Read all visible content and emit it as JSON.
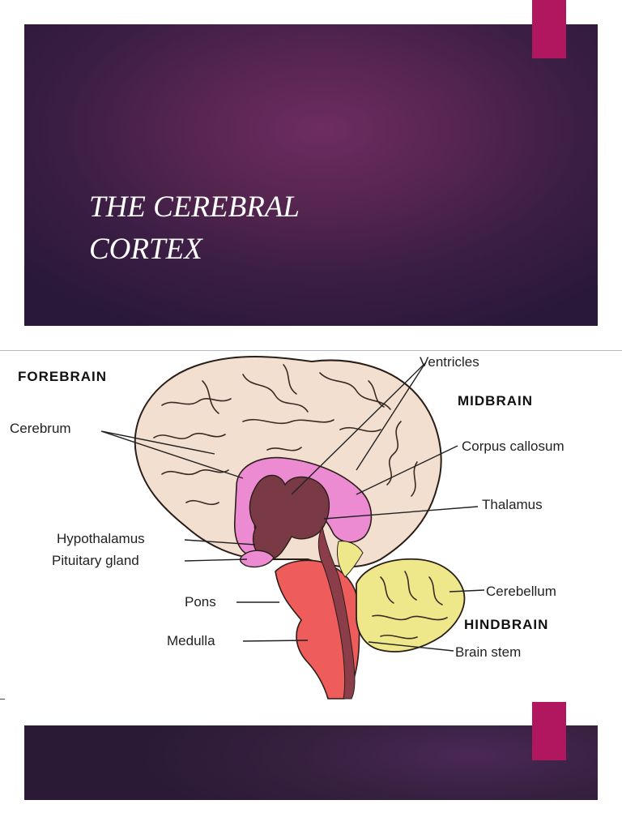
{
  "slide": {
    "title_line1": "THE CEREBRAL",
    "title_line2": "CORTEX"
  },
  "colors": {
    "banner": "#3b1e44",
    "banner_highlight": "#6e2c61",
    "accent": "#b0175f",
    "cerebrum": "#f2dfcf",
    "corpus_callosum": "#e98ad0",
    "thalamus": "#7a3a45",
    "brainstem": "#ee5c5c",
    "cerebellum": "#efe88a"
  },
  "diagram": {
    "regions": {
      "forebrain": "FOREBRAIN",
      "midbrain": "MIDBRAIN",
      "hindbrain": "HINDBRAIN"
    },
    "labels": {
      "ventricles": "Ventricles",
      "cerebrum": "Cerebrum",
      "corpus_callosum": "Corpus callosum",
      "thalamus": "Thalamus",
      "hypothalamus": "Hypothalamus",
      "pituitary_gland": "Pituitary gland",
      "pons": "Pons",
      "cerebellum": "Cerebellum",
      "medulla": "Medulla",
      "brain_stem": "Brain stem"
    }
  }
}
